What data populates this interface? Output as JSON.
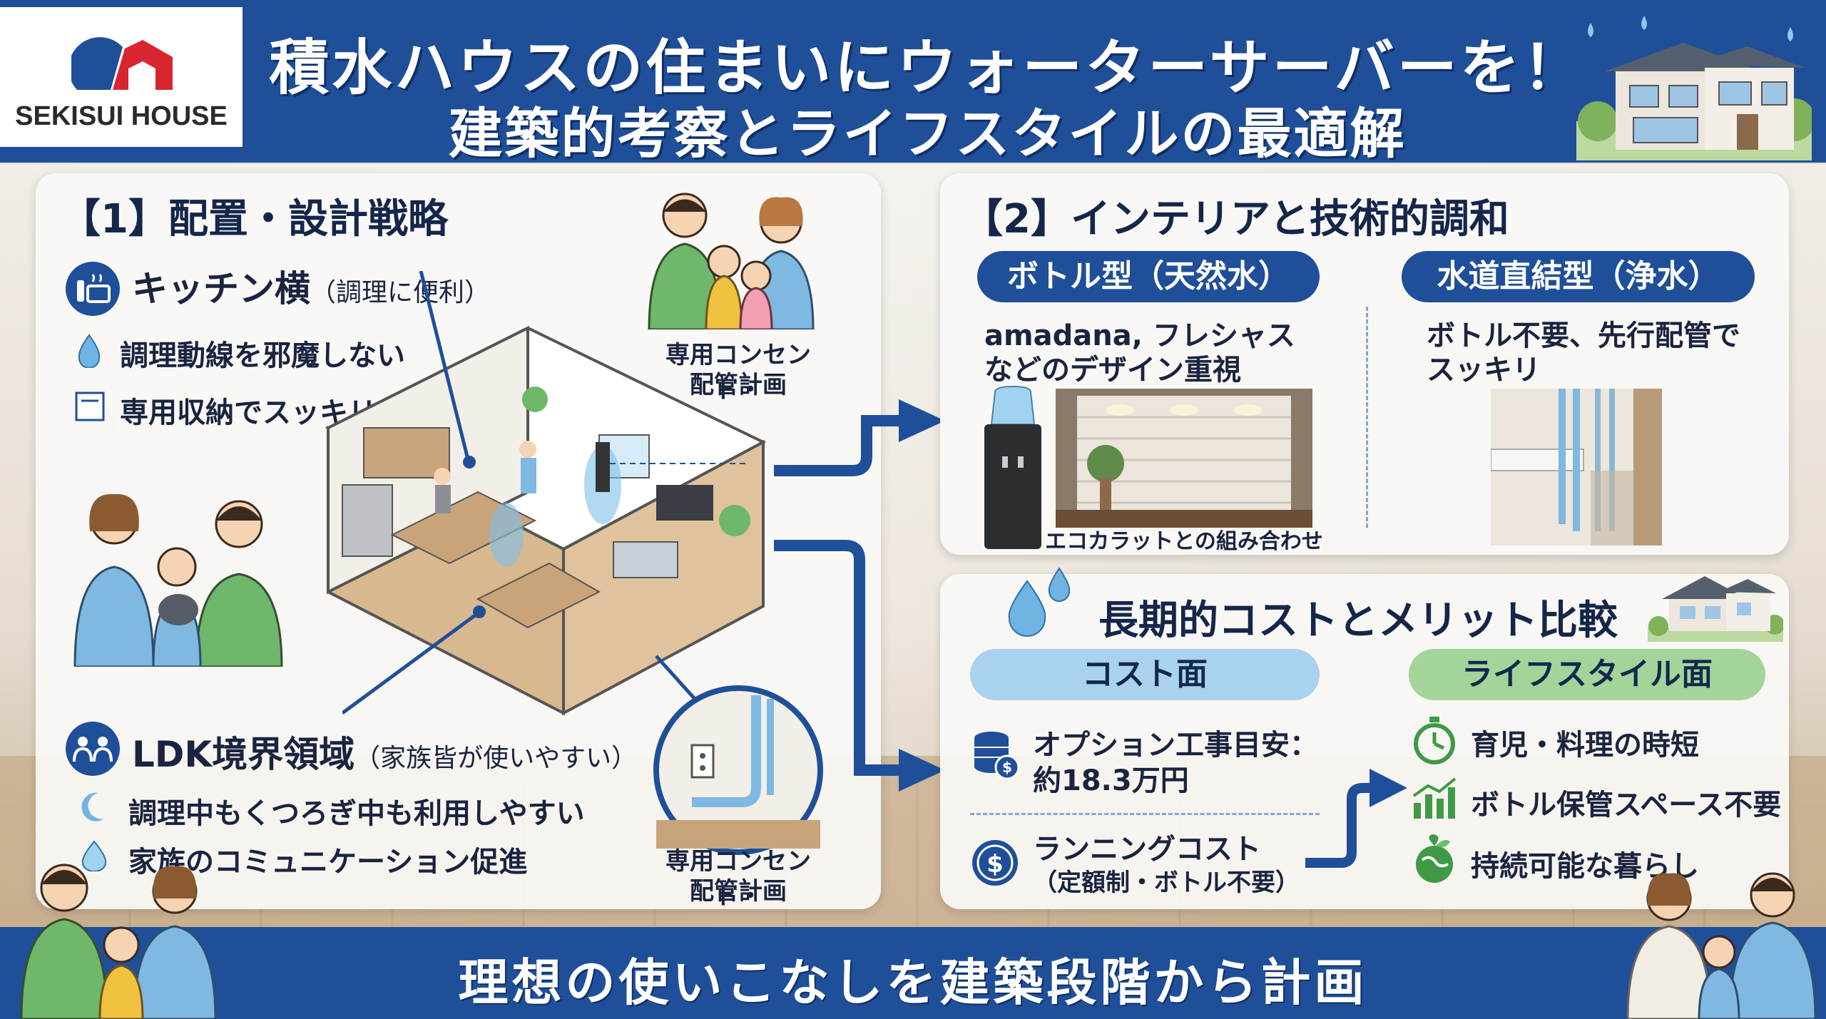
{
  "brand": {
    "logo_text": "SEKISUI HOUSE"
  },
  "header": {
    "title_line1": "積水ハウスの住まいにウォーターサーバーを！",
    "title_line2": "建築的考察とライフスタイルの最適解"
  },
  "section1": {
    "title": "【1】配置・設計戦略",
    "kitchen": {
      "heading": "キッチン横",
      "note": "（調理に便利）",
      "bullets": [
        "調理動線を邪魔しない",
        "専用収納でスッキリ"
      ]
    },
    "ldk": {
      "heading": "LDK境界領域",
      "note": "（家族皆が使いやすい）",
      "bullets": [
        "調理中もくつろぎ中も利用しやすい",
        "家族のコミュニケーション促進"
      ]
    },
    "callout_top": [
      "専用コンセント・",
      "配管計画"
    ],
    "callout_bottom": [
      "専用コンセント・",
      "配管計画"
    ]
  },
  "section2": {
    "title": "【2】インテリアと技術的調和",
    "bottle": {
      "label": "ボトル型（天然水）",
      "desc": [
        "amadana, フレシャス",
        "などのデザイン重視"
      ],
      "caption": "エコカラットとの組み合わせ"
    },
    "direct": {
      "label": "水道直結型（浄水）",
      "desc": [
        "ボトル不要、先行配管で",
        "スッキリ"
      ]
    }
  },
  "section3": {
    "title": "長期的コストとメリット比較",
    "cost": {
      "label": "コスト面",
      "items": [
        {
          "icon": "coin-stack-icon",
          "lines": [
            "オプション工事目安：",
            "約18.3万円"
          ]
        },
        {
          "icon": "dollar-coin-icon",
          "lines": [
            "ランニングコスト",
            "（定額制・ボトル不要）"
          ]
        }
      ]
    },
    "lifestyle": {
      "label": "ライフスタイル面",
      "items": [
        {
          "icon": "stopwatch-icon",
          "text": "育児・料理の時短"
        },
        {
          "icon": "bar-chart-icon",
          "text": "ボトル保管スペース不要"
        },
        {
          "icon": "eco-globe-icon",
          "text": "持続可能な暮らし"
        }
      ]
    }
  },
  "footer": {
    "text": "理想の使いこなしを建築段階から計画"
  },
  "colors": {
    "navy": "#1f4f99",
    "light_blue": "#a9d2ef",
    "green": "#a3d49a"
  }
}
